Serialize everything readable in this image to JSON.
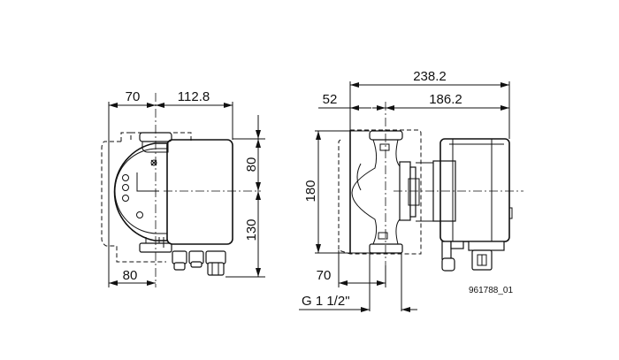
{
  "diagram": {
    "type": "technical-dimension-drawing",
    "subject": "circulator pump",
    "views": {
      "front": {
        "dimensions": {
          "top_left_width": "70",
          "top_right_width": "112.8",
          "bottom_width": "80",
          "right_upper_height": "80",
          "right_lower_height": "130"
        }
      },
      "side": {
        "dimensions": {
          "overall_length": "238.2",
          "left_offset": "52",
          "right_length": "186.2",
          "height": "180",
          "port_offset": "70",
          "thread": "G 1 1/2\""
        }
      }
    },
    "reference_id": "961788_01",
    "line_color": "#111111",
    "background": "#ffffff"
  }
}
